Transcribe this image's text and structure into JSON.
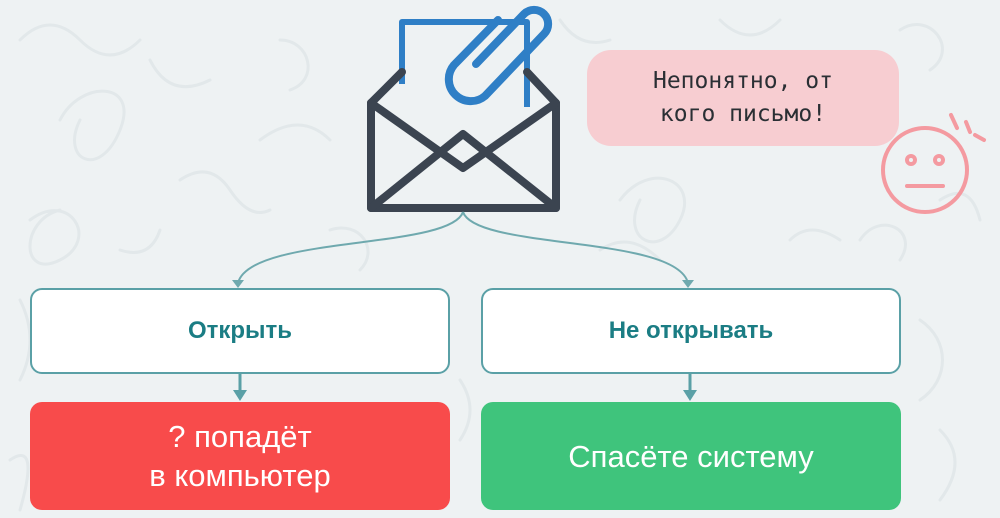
{
  "bubble": {
    "lines": [
      "Непонятно, от",
      "кого письмо!"
    ]
  },
  "branches": [
    {
      "label": "Открыть",
      "outcome_lines": [
        "? попадёт",
        "в компьютер"
      ],
      "outcome_color": "#f84b4b"
    },
    {
      "label": "Не открывать",
      "outcome_lines": [
        "Спасёте систему"
      ],
      "outcome_color": "#3fc47c"
    }
  ],
  "colors": {
    "background": "#eef2f3",
    "box_border": "#5aa0a6",
    "box_text": "#1b7d84",
    "envelope_stroke": "#3b4450",
    "letter_stroke": "#2f7fc6",
    "bubble_fill": "#f7cdd1",
    "face_stroke": "#f49aa0"
  },
  "icons": [
    "envelope-icon",
    "paperclip-icon",
    "neutral-face-icon"
  ]
}
